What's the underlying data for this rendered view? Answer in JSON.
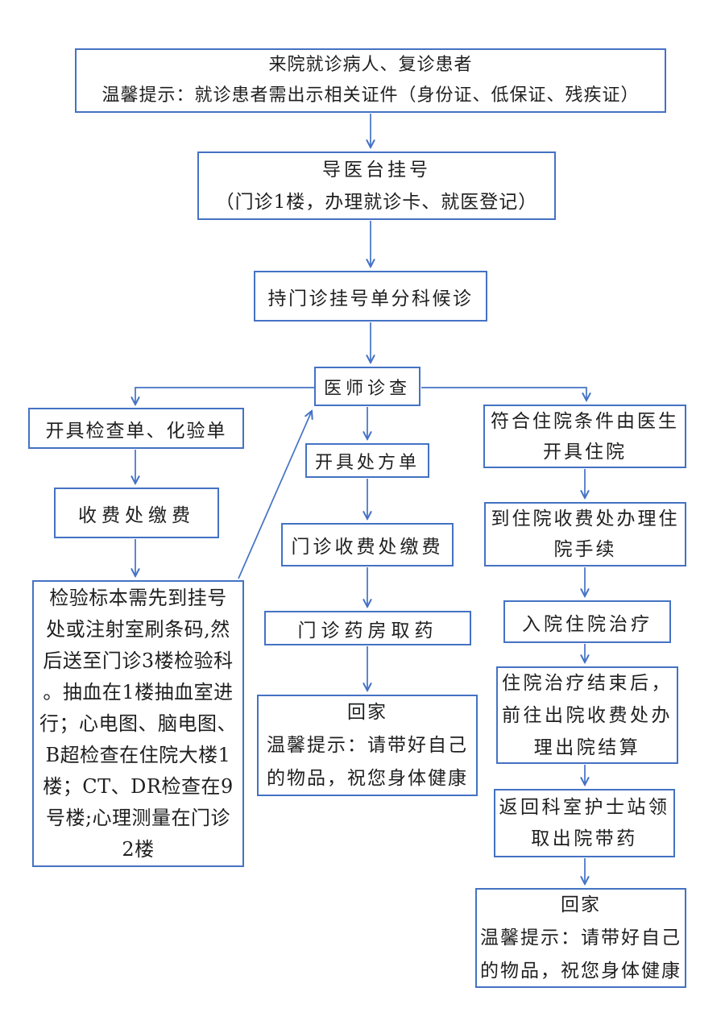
{
  "palette": {
    "accent": "#4472C4",
    "text": "#1f1f1f",
    "background": "#ffffff"
  },
  "flowchart": {
    "boxes": {
      "arrival": {
        "lines": [
          "来院就诊病人、复诊患者",
          "温馨提示：就诊患者需出示相关证件（身份证、低保证、残疾证）"
        ]
      },
      "registration": {
        "lines": [
          "导医台挂号",
          "（门诊1楼，办理就诊卡、就医登记）"
        ]
      },
      "triage_waiting": {
        "lines": [
          "持门诊挂号单分科候诊"
        ]
      },
      "doctor_exam": {
        "lines": [
          "医师诊查"
        ]
      },
      "test_orders": {
        "lines": [
          "开具检查单、化验单"
        ]
      },
      "cashier_payment": {
        "lines": [
          "收费处缴费"
        ]
      },
      "lab_instructions": {
        "lines": [
          "检验标本需先到挂号",
          "处或注射室刷条码,然",
          "后送至门诊3楼检验科",
          "。抽血在1楼抽血室进",
          "行；心电图、脑电图、",
          "B超检查在住院大楼1",
          "楼；CT、DR检查在9",
          "号楼;心理测量在门诊",
          "2楼"
        ]
      },
      "prescription": {
        "lines": [
          "开具处方单"
        ]
      },
      "outpatient_payment": {
        "lines": [
          "门诊收费处缴费"
        ]
      },
      "pharmacy_pickup": {
        "lines": [
          "门诊药房取药"
        ]
      },
      "home_outpatient": {
        "lines": [
          "回家",
          "温馨提示：请带好自己",
          "的物品，祝您身体健康"
        ]
      },
      "admission_order": {
        "lines": [
          "符合住院条件由医生",
          "开具住院"
        ]
      },
      "admission_procedure": {
        "lines": [
          "到住院收费处办理住",
          "院手续"
        ]
      },
      "inpatient_treatment": {
        "lines": [
          "入院住院治疗"
        ]
      },
      "discharge_settlement": {
        "lines": [
          "住院治疗结束后，",
          "前往出院收费处办",
          "理出院结算"
        ]
      },
      "discharge_medication": {
        "lines": [
          "返回科室护士站领",
          "取出院带药"
        ]
      },
      "home_inpatient": {
        "lines": [
          "回家",
          "温馨提示：请带好自己",
          "的物品，祝您身体健康"
        ]
      }
    }
  }
}
